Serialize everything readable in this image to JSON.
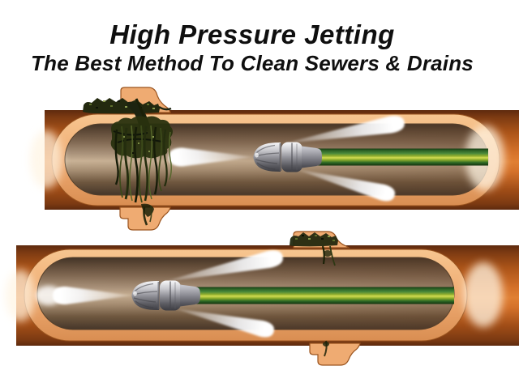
{
  "header": {
    "title": "High Pressure Jetting",
    "subtitle": "The Best Method To Clean Sewers & Drains",
    "text_color": "#0f0f0f"
  },
  "illustration": {
    "panels": [
      {
        "id": "pipe-before",
        "label": "sewer-pipe-blocked-by-tree-roots-with-jetting-nozzle"
      },
      {
        "id": "pipe-after",
        "label": "cleaned-sewer-pipe-with-jetting-nozzle-advancing"
      }
    ],
    "colors": {
      "background": "#ffffff",
      "pipe_exterior_dark": "#5e2a0e",
      "pipe_exterior_bright": "#e07f33",
      "pipe_wall_cutaway": "#efab72",
      "pipe_interior_light": "#c9b296",
      "pipe_interior_dark": "#443529",
      "hose_green": "#2f6b26",
      "hose_stripe_yellow": "#d2dc52",
      "nozzle_metal_light": "#f2f2f4",
      "nozzle_metal_dark": "#3e3e44",
      "water_jet": "#ffffff",
      "roots_dark": "#23290f",
      "roots_light": "#5d6f2c"
    }
  }
}
